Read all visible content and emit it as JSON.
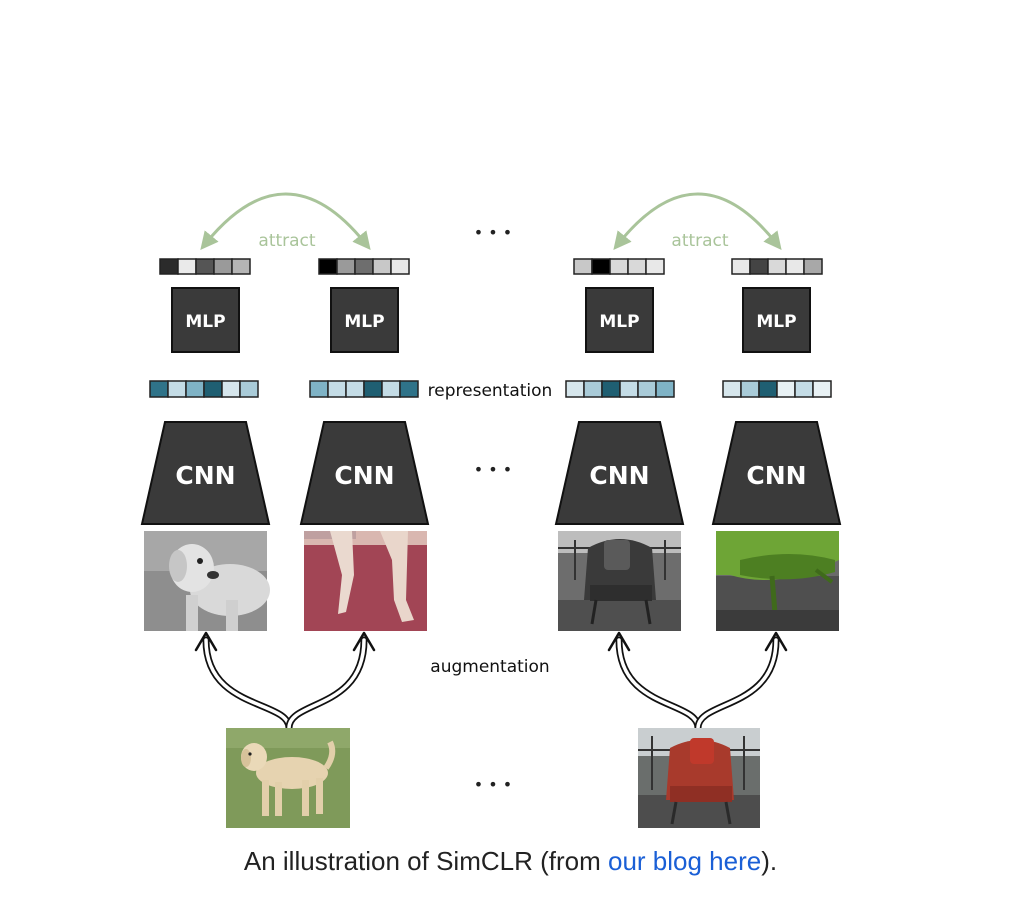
{
  "diagram": {
    "attract_label": "attract",
    "representation_label": "representation",
    "augmentation_label": "augmentation",
    "ellipsis": "• • •",
    "mlp_label": "MLP",
    "cnn_label": "CNN",
    "colors": {
      "block": "#3a3a3a",
      "attract_arrow": "#a9c49a",
      "rep_dark": "#1f5f72",
      "rep_mid": "#7fb3c6",
      "rep_light": "#c4dce6"
    },
    "images": {
      "original_left": "dog photo (labrador on grass)",
      "original_right": "chair photo (red armchair on balcony)",
      "aug_1": "grayscale dog crop",
      "aug_2": "red-tinted dog legs crop",
      "aug_3": "grayscale chair crop",
      "aug_4": "green-tinted chair close-up"
    }
  },
  "caption": {
    "prefix": "An illustration of SimCLR (from ",
    "link_text": "our blog here",
    "suffix": ")."
  }
}
